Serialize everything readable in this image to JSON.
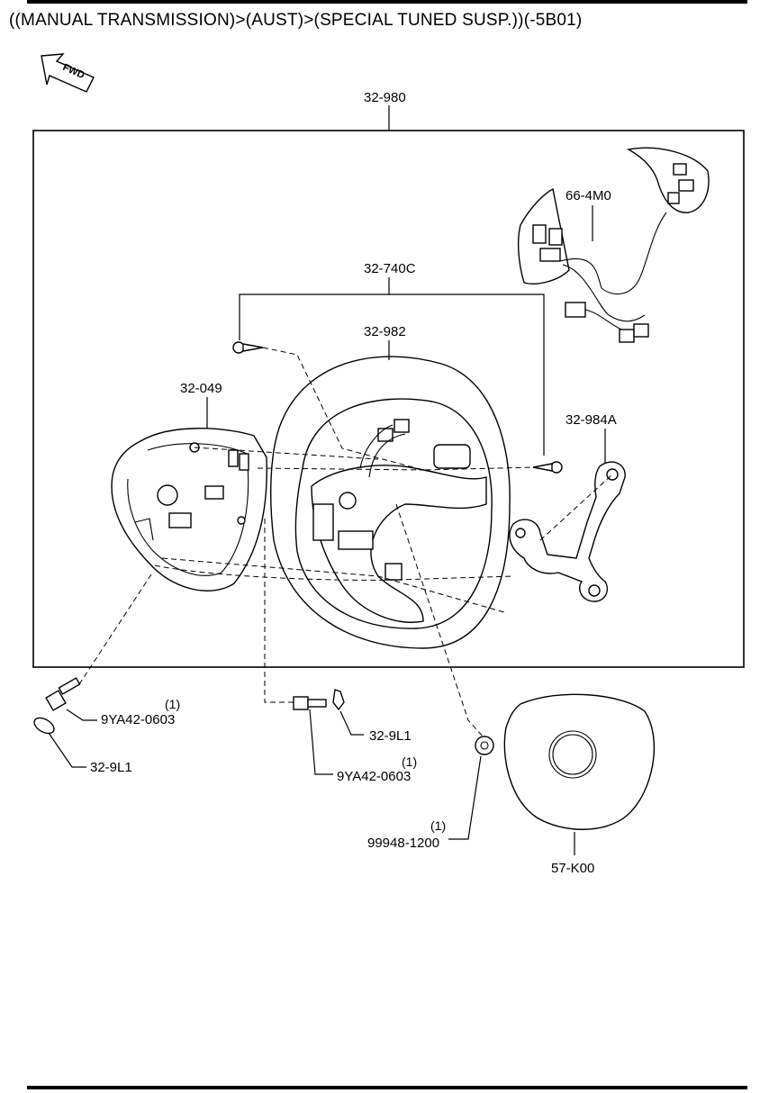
{
  "header": {
    "title": "((MANUAL TRANSMISSION)>(AUST)>(SPECIAL TUNED SUSP.))(-5B01)"
  },
  "orientation": {
    "label": "FWD",
    "icon": "forward-arrow-icon"
  },
  "assembly": {
    "part_no": "32-980"
  },
  "parts": {
    "switch_harness": "66-4M0",
    "screw_set": "32-740C",
    "wheel": "32-982",
    "rear_cover": "32-049",
    "bracket": "32-984A",
    "bolt_left": "9YA42-0603",
    "bolt_left_qty": "(1)",
    "cap_left": "32-9L1",
    "cap_center": "32-9L1",
    "bolt_center": "9YA42-0603",
    "bolt_center_qty": "(1)",
    "nut": "99948-1200",
    "nut_qty": "(1)",
    "airbag": "57-K00"
  }
}
